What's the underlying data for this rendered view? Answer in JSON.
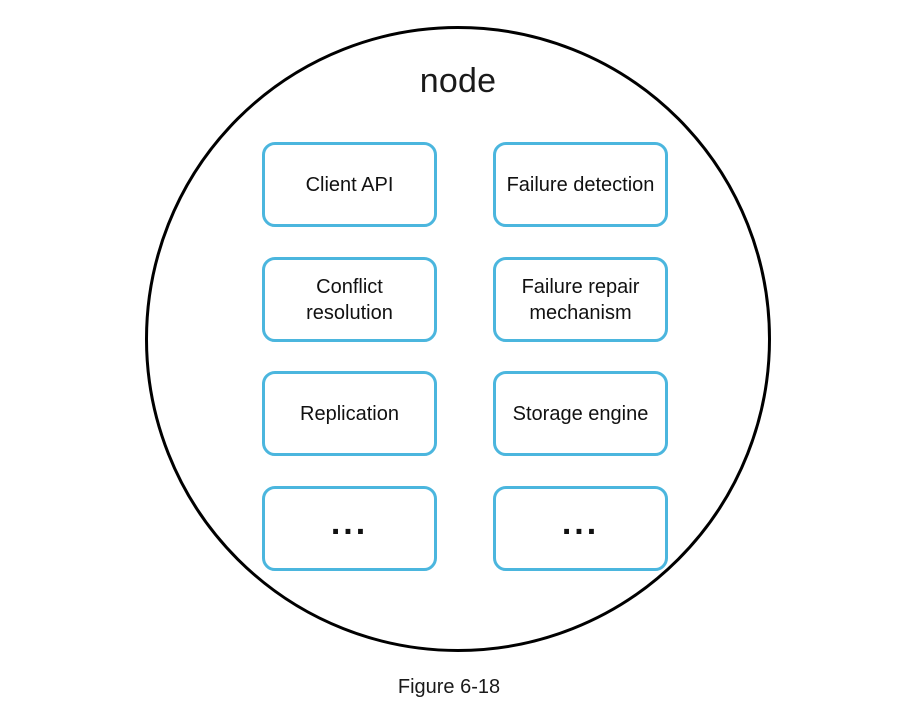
{
  "figure": {
    "caption": "Figure 6-18",
    "node_label": "node",
    "circle_color": "#000000",
    "box_border_color": "#4bb6de",
    "text_color": "#111111",
    "background": "#ffffff"
  },
  "components": {
    "columns": [
      {
        "name": "left-column",
        "boxes": [
          {
            "label": "Client API",
            "kind": "component"
          },
          {
            "label": "Conflict\nresolution",
            "kind": "component"
          },
          {
            "label": "Replication",
            "kind": "component"
          },
          {
            "label": "...",
            "kind": "ellipsis"
          }
        ]
      },
      {
        "name": "right-column",
        "boxes": [
          {
            "label": "Failure detection",
            "kind": "component"
          },
          {
            "label": "Failure repair\nmechanism",
            "kind": "component"
          },
          {
            "label": "Storage engine",
            "kind": "component"
          },
          {
            "label": "...",
            "kind": "ellipsis"
          }
        ]
      }
    ]
  }
}
